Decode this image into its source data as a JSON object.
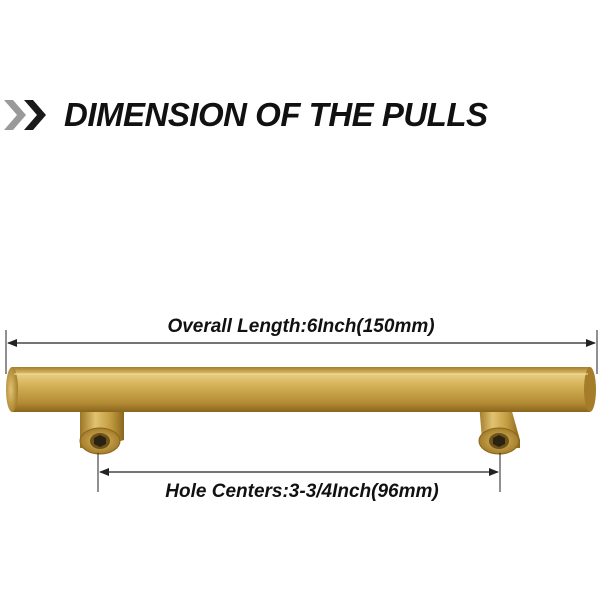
{
  "header": {
    "title": "DIMENSION OF THE PULLS",
    "icon": "double-chevron-right-icon"
  },
  "dimensions": {
    "overall_length": "Overall Length:6Inch(150mm)",
    "hole_centers": "Hole Centers:3-3/4Inch(96mm)"
  },
  "colors": {
    "title": "#111111",
    "chevron_light": "#9a9a9a",
    "chevron_dark": "#1a1a1a",
    "brass_light": "#e2c572",
    "brass_mid": "#c9a245",
    "brass_dark": "#8f6a1e",
    "dimension_line": "#222222"
  }
}
